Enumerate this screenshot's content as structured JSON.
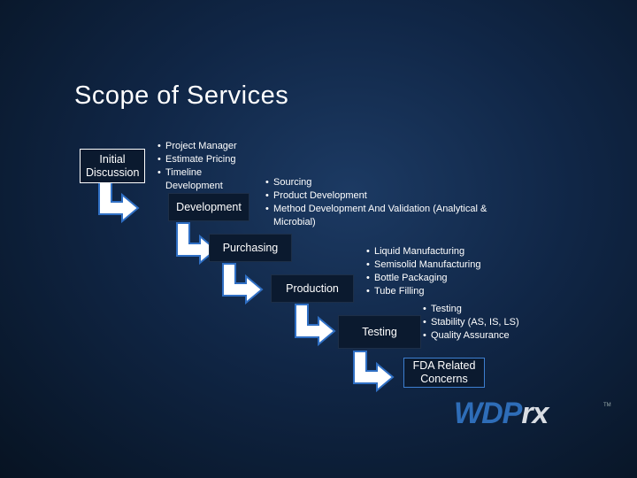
{
  "slide": {
    "title": "Scope of Services"
  },
  "steps": [
    {
      "label": "Initial Discussion",
      "bullets": [
        "Project Manager",
        "Estimate Pricing",
        "Timeline Development"
      ]
    },
    {
      "label": "Development",
      "bullets": [
        "Sourcing",
        "Product Development",
        "Method Development And Validation (Analytical & Microbial)"
      ]
    },
    {
      "label": "Purchasing",
      "bullets": []
    },
    {
      "label": "Production",
      "bullets": [
        "Liquid Manufacturing",
        "Semisolid Manufacturing",
        "Bottle Packaging",
        "Tube Filling"
      ]
    },
    {
      "label": "Testing",
      "bullets": [
        "Testing",
        "Stability (AS, IS, LS)",
        "Quality Assurance"
      ]
    },
    {
      "label": "FDA Related Concerns",
      "bullets": []
    }
  ],
  "logo": {
    "brand_blue": "WDP",
    "brand_grey": "rx",
    "trademark": "TM",
    "colors": {
      "blue": "#2e6db8",
      "grey": "#d9dde3"
    }
  },
  "colors": {
    "background": "#102646",
    "arrow_fill": "#ffffff",
    "arrow_stroke": "#2f6fc4",
    "fda_border": "#3d7fd0"
  }
}
